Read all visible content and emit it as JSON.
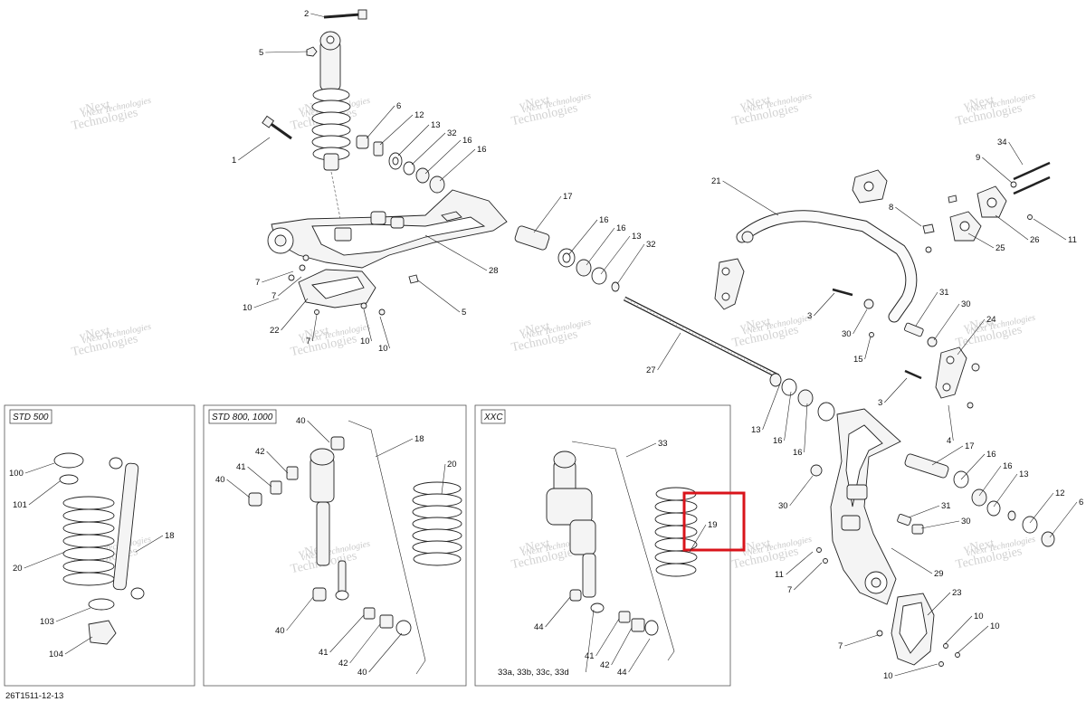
{
  "diagram": {
    "reference": "26T1511-12-13",
    "watermark": {
      "line1": "vNext",
      "line2": "Technologies",
      "text": "vNext Technologies"
    },
    "insets": [
      {
        "title": "STD 500"
      },
      {
        "title": "STD 800, 1000"
      },
      {
        "title": "XXC"
      }
    ],
    "highlighted_callout": "19",
    "callouts": {
      "main": [
        "2",
        "5",
        "1",
        "6",
        "12",
        "13",
        "32",
        "16",
        "16",
        "17",
        "16",
        "16",
        "13",
        "32",
        "28",
        "5",
        "7",
        "7",
        "10",
        "22",
        "7",
        "10",
        "10",
        "27",
        "21",
        "34",
        "9",
        "8",
        "26",
        "11",
        "25",
        "3",
        "30",
        "31",
        "30",
        "24",
        "15",
        "3",
        "4",
        "13",
        "16",
        "16",
        "17",
        "16",
        "16",
        "13",
        "12",
        "6",
        "30",
        "31",
        "30",
        "11",
        "7",
        "29",
        "23",
        "7",
        "10",
        "10",
        "10"
      ],
      "std500": [
        "100",
        "101",
        "20",
        "18",
        "103",
        "104"
      ],
      "std800": [
        "40",
        "42",
        "41",
        "40",
        "18",
        "20",
        "40",
        "41",
        "42",
        "40"
      ],
      "xxc": [
        "33",
        "19",
        "44",
        "41",
        "42",
        "44",
        "33a, 33b, 33c, 33d"
      ]
    }
  }
}
